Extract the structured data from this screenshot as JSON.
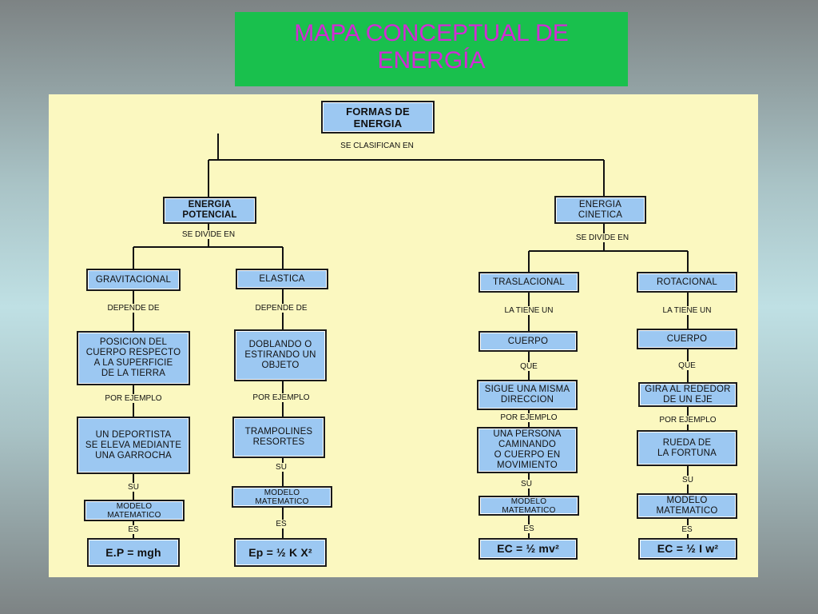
{
  "title": {
    "line1": "MAPA CONCEPTUAL DE",
    "line2": "ENERGÍA"
  },
  "nodes": {
    "root": [
      "FORMAS DE",
      "ENERGIA"
    ],
    "potencial": [
      "ENERGIA",
      "POTENCIAL"
    ],
    "cinetica": [
      "ENERGIA",
      "CINETICA"
    ],
    "gravitacional": [
      "GRAVITACIONAL"
    ],
    "elastica": [
      "ELASTICA"
    ],
    "traslacional": [
      "TRASLACIONAL"
    ],
    "rotacional": [
      "ROTACIONAL"
    ],
    "grav_desc": [
      "POSICION DEL",
      "CUERPO RESPECTO",
      "A LA SUPERFICIE",
      "DE LA TIERRA"
    ],
    "elas_desc": [
      "DOBLANDO O",
      "ESTIRANDO UN",
      "OBJETO"
    ],
    "tras_cuerpo": [
      "CUERPO"
    ],
    "rot_cuerpo": [
      "CUERPO"
    ],
    "tras_desc": [
      "SIGUE UNA MISMA",
      "DIRECCION"
    ],
    "rot_desc": [
      "GIRA AL  REDEDOR",
      "DE UN EJE"
    ],
    "grav_ej": [
      "UN DEPORTISTA",
      "SE ELEVA MEDIANTE",
      "UNA GARROCHA"
    ],
    "elas_ej": [
      "TRAMPOLINES",
      "RESORTES"
    ],
    "tras_ej": [
      "UNA PERSONA",
      "CAMINANDO",
      "O  CUERPO EN",
      "MOVIMIENTO"
    ],
    "rot_ej": [
      "RUEDA DE",
      "LA FORTUNA"
    ],
    "grav_mod": [
      "MODELO",
      "MATEMATICO"
    ],
    "elas_mod": [
      "MODELO",
      "MATEMATICO"
    ],
    "tras_mod": [
      "MODELO",
      "MATEMATICO"
    ],
    "rot_mod": [
      "MODELO",
      "MATEMATICO"
    ],
    "grav_f": [
      "E.P = mgh"
    ],
    "elas_f": [
      "Ep = ½ K X²"
    ],
    "tras_f": [
      "EC = ½ mv²"
    ],
    "rot_f": [
      "EC = ½ I w²"
    ]
  },
  "labels": {
    "clasifican": "SE CLASIFICAN EN",
    "divide_pot": "SE DIVIDE  EN",
    "divide_cin": "SE DIVIDE  EN",
    "grav_depende": "DEPENDE  DE",
    "elas_depende": "DEPENDE  DE",
    "tras_tiene": "LA TIENE UN",
    "rot_tiene": "LA TIENE UN",
    "tras_que": "QUE",
    "rot_que": "QUE",
    "grav_ejemplo": "POR EJEMPLO",
    "elas_ejemplo": "POR EJEMPLO",
    "tras_ejemplo": "POR EJEMPLO",
    "rot_ejemplo": "POR EJEMPLO",
    "grav_su": "SU",
    "elas_su": "SU",
    "tras_su": "SU",
    "rot_su": "SU",
    "grav_es": "ES",
    "elas_es": "ES",
    "tras_es": "ES",
    "rot_es": "ES"
  }
}
